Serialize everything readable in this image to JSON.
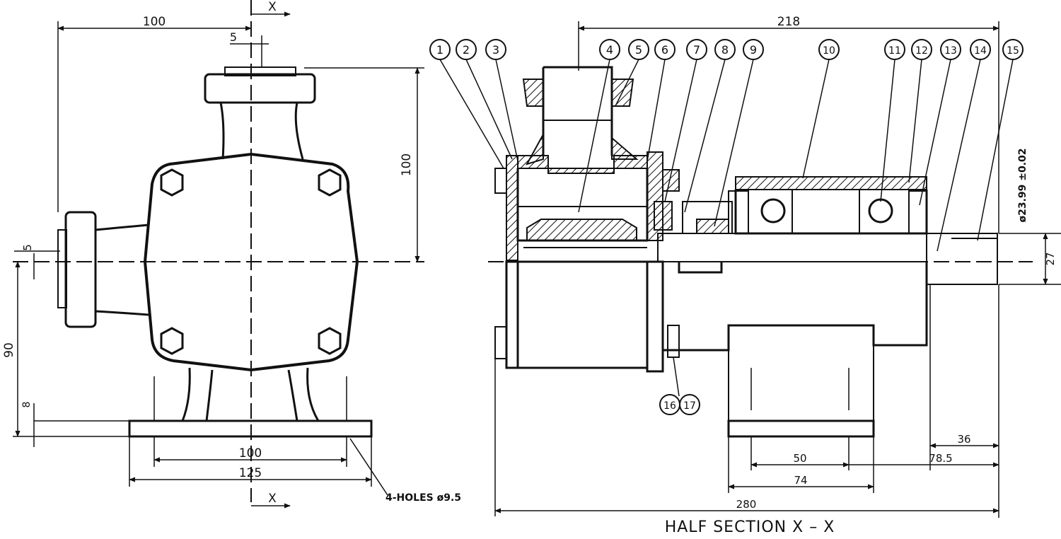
{
  "front_view": {
    "dims": {
      "top_width": "100",
      "offset_top": "5",
      "height_right": "100",
      "offset_left": "5",
      "height_left": "90",
      "foot_thickness": "8",
      "bolt_spacing": "100",
      "base_width": "125"
    },
    "section_marks": [
      "X",
      "X"
    ],
    "holes_note": "4-HOLES ø9.5"
  },
  "section_view": {
    "overall_top": "218",
    "diameter_tol": "ø23.99 ±0.02",
    "shaft_dims": [
      "27",
      "36",
      "78.5"
    ],
    "foot_dims": [
      "50",
      "74"
    ],
    "overall_length": "280",
    "balloons": [
      "1",
      "2",
      "3",
      "4",
      "5",
      "6",
      "7",
      "8",
      "9",
      "10",
      "11",
      "12",
      "13",
      "14",
      "15"
    ],
    "bottom_balloons": [
      "16",
      "17"
    ],
    "caption": "HALF SECTION X – X"
  },
  "colors": {
    "line": "#111111",
    "background": "#ffffff"
  }
}
